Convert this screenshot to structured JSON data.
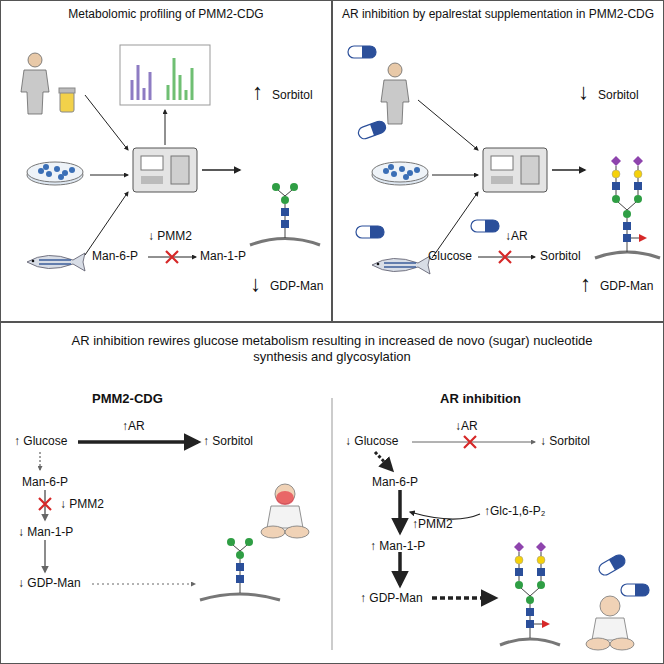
{
  "diagram": {
    "nodes": [
      {
        "text": [
          "Metabolomic profiling of PMM2-CDG"
        ]
      },
      {
        "text": [
          "AR inhibition by epalrestat supplementation in PMM2-CDG"
        ]
      },
      {
        "text": [
          "AR inhibition rewires glucose metabolism resulting in increased de novo (sugar) nucleotide synthesis and glycosylation"
        ]
      }
    ],
    "labels": [
      "↑",
      "Sorbitol",
      "↓ PMM2",
      "Man-6-P",
      "Man-1-P",
      "↓",
      "GDP-Man",
      "↓",
      "Sorbitol",
      "↓AR",
      "Glucose",
      "Sorbitol",
      "↑",
      "GDP-Man",
      "PMM2-CDG",
      "↑ Glucose",
      "↑AR",
      "↑ Sorbitol",
      "Man-6-P",
      "↓ PMM2",
      "↓ Man-1-P",
      "↓ GDP-Man",
      "AR inhibition",
      "↓ Glucose",
      "↓AR",
      "↓ Sorbitol",
      "Man-6-P",
      "↑Glc-1,6-P₂",
      "↑PMM2",
      "↑ Man-1-P",
      "↑ GDP-Man"
    ]
  }
}
